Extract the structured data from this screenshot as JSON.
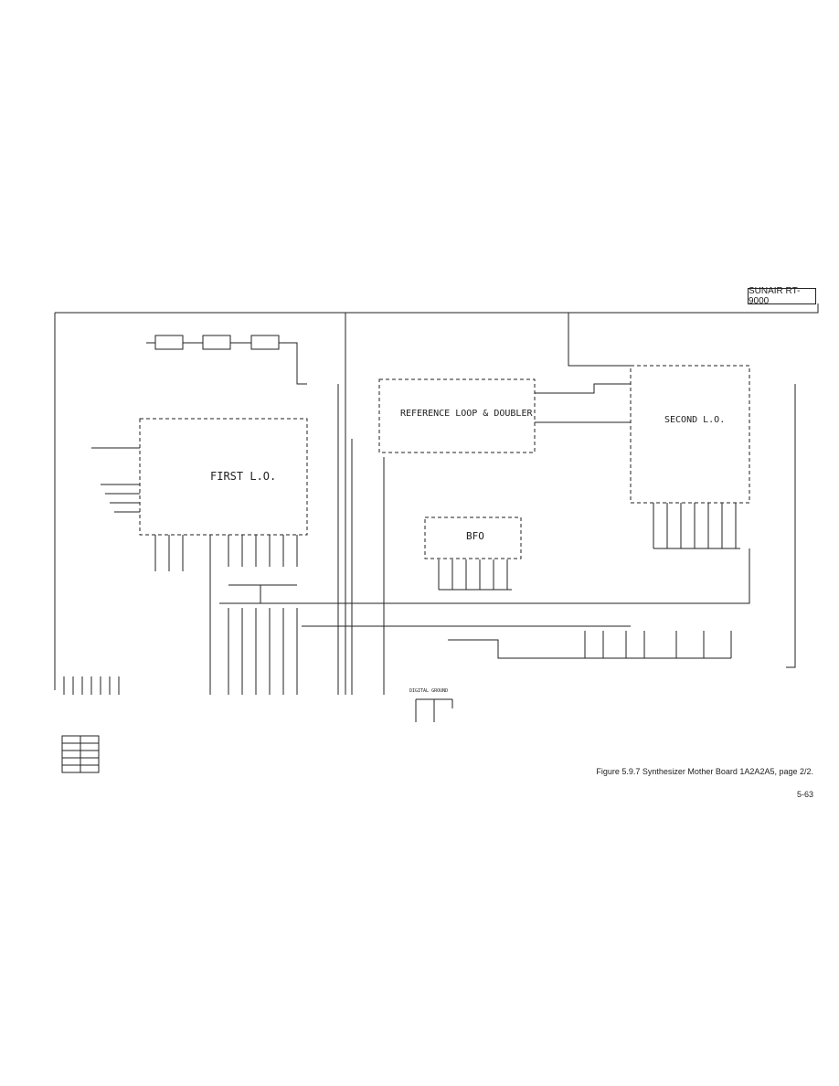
{
  "header": {
    "title": "SUNAIR RT-9000"
  },
  "caption": "Figure 5.9.7  Synthesizer Mother Board 1A2A2A5, page 2/2.",
  "page_number": "5-63",
  "blocks": {
    "first_lo": "FIRST L.O.",
    "ref_loop": "REFERENCE LOOP & DOUBLER",
    "second_lo": "SECOND L.O.",
    "bfo": "BFO"
  },
  "labels": {
    "digital_ground": "DIGITAL GROUND"
  },
  "colors": {
    "ink": "#222222",
    "paper": "#ffffff"
  }
}
